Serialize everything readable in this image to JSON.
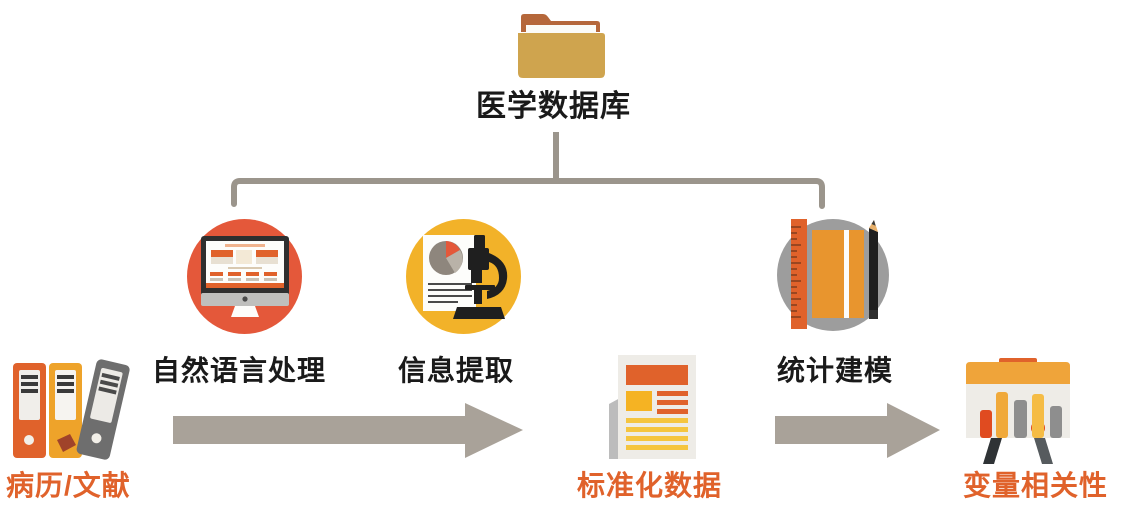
{
  "diagram": {
    "type": "flow-diagram",
    "title_node": {
      "label": "医学数据库",
      "icon": "folder-icon",
      "icon_colors": {
        "flap": "#b5673a",
        "body": "#cfa44e",
        "paper": "#fbfbf7"
      }
    },
    "connector": {
      "name": "tree-bracket-connector",
      "color": "#9b958c"
    },
    "process_steps": [
      {
        "label": "自然语言处理",
        "icon": "computer-monitor-icon",
        "circle_color": "#e4583a",
        "name": "step-nlp"
      },
      {
        "label": "信息提取",
        "icon": "microscope-icon",
        "circle_color": "#f2b229",
        "name": "step-information-extraction"
      },
      {
        "label": "统计建模",
        "icon": "ruler-book-pencil-icon",
        "circle_color": "#9d9d9d",
        "name": "step-statistical-modeling"
      }
    ],
    "pipeline": [
      {
        "label": "病历/文献",
        "icon": "binders-icon",
        "label_color": "#e0622b",
        "name": "pipeline-medical-records"
      },
      {
        "label": "标准化数据",
        "icon": "document-newspaper-icon",
        "label_color": "#e0622b",
        "name": "pipeline-standardized-data"
      },
      {
        "label": "变量相关性",
        "icon": "bar-chart-easel-icon",
        "label_color": "#e0622b",
        "name": "pipeline-variable-correlation"
      }
    ],
    "arrows": [
      {
        "name": "arrow-records-to-data",
        "color": "#a9a299"
      },
      {
        "name": "arrow-data-to-correlation",
        "color": "#a9a299"
      }
    ],
    "palette": {
      "orange": "#e0622b",
      "orange_red": "#e4583a",
      "gold": "#f2b229",
      "gray": "#9d9d9d",
      "taupe": "#a9a299",
      "connector_gray": "#9b958c",
      "dark": "#1a1a1a",
      "folder_body": "#cfa44e",
      "folder_flap": "#b5673a"
    }
  }
}
